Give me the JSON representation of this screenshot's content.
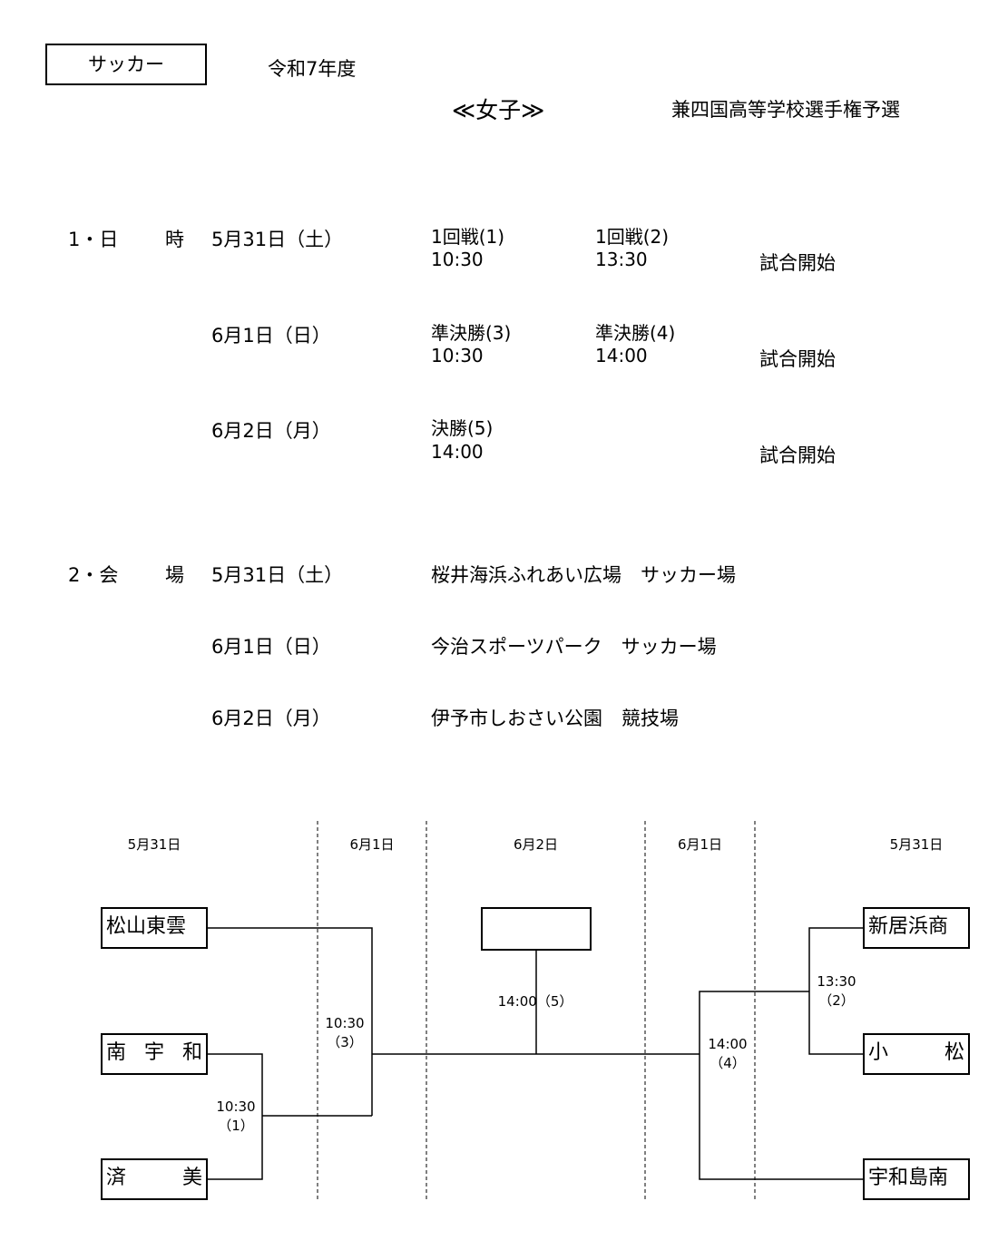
{
  "header": {
    "sport": "サッカー",
    "year": "令和7年度",
    "category": "≪女子≫",
    "tournament": "兼四国高等学校選手権予選"
  },
  "schedule": {
    "label_num": "1・日",
    "label_char": "時",
    "note": "試合開始",
    "rows": [
      {
        "date": "5月31日（土）",
        "m1_name": "1回戦(1)",
        "m1_time": "10:30",
        "m2_name": "1回戦(2)",
        "m2_time": "13:30"
      },
      {
        "date": "6月1日（日）",
        "m1_name": "準決勝(3)",
        "m1_time": "10:30",
        "m2_name": "準決勝(4)",
        "m2_time": "14:00"
      },
      {
        "date": "6月2日（月）",
        "m1_name": "決勝(5)",
        "m1_time": "14:00"
      }
    ]
  },
  "venues": {
    "label_num": "2・会",
    "label_char": "場",
    "rows": [
      {
        "date": "5月31日（土）",
        "place": "桜井海浜ふれあい広場　サッカー場"
      },
      {
        "date": "6月1日（日）",
        "place": "今治スポーツパーク　サッカー場"
      },
      {
        "date": "6月2日（月）",
        "place": "伊予市しおさい公園　競技場"
      }
    ]
  },
  "bracket": {
    "date_headers": [
      "5月31日",
      "6月1日",
      "6月2日",
      "6月1日",
      "5月31日"
    ],
    "teams_left": [
      "松山東雲",
      "南宇和",
      "済美"
    ],
    "teams_right": [
      "新居浜商",
      "小松",
      "宇和島南"
    ],
    "matches": {
      "m1": {
        "time": "10:30",
        "num": "（1）"
      },
      "m2": {
        "time": "13:30",
        "num": "（2）"
      },
      "m3": {
        "time": "10:30",
        "num": "（3）"
      },
      "m4": {
        "time": "14:00",
        "num": "（4）"
      },
      "m5": {
        "time": "14:00",
        "num": "（5）"
      }
    }
  }
}
